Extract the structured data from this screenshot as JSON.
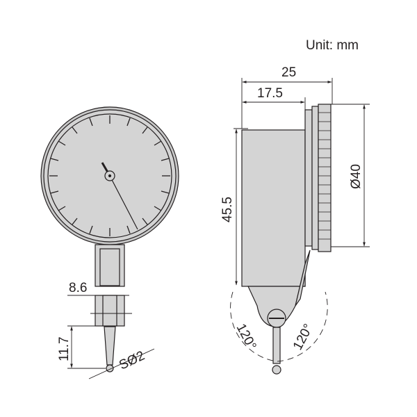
{
  "unit_label": "Unit: mm",
  "colors": {
    "body_fill": "#d4d4d4",
    "line": "#231f20",
    "background": "#ffffff"
  },
  "front_view": {
    "dims": {
      "stem_width": "8.6",
      "tip_length": "11.7",
      "ball_diameter": "SØ2"
    }
  },
  "side_view": {
    "dims": {
      "overall_depth": "25",
      "body_depth": "17.5",
      "body_height": "45.5",
      "dial_diameter": "Ø40"
    },
    "angles": {
      "left": "120°",
      "right": "120°"
    }
  }
}
